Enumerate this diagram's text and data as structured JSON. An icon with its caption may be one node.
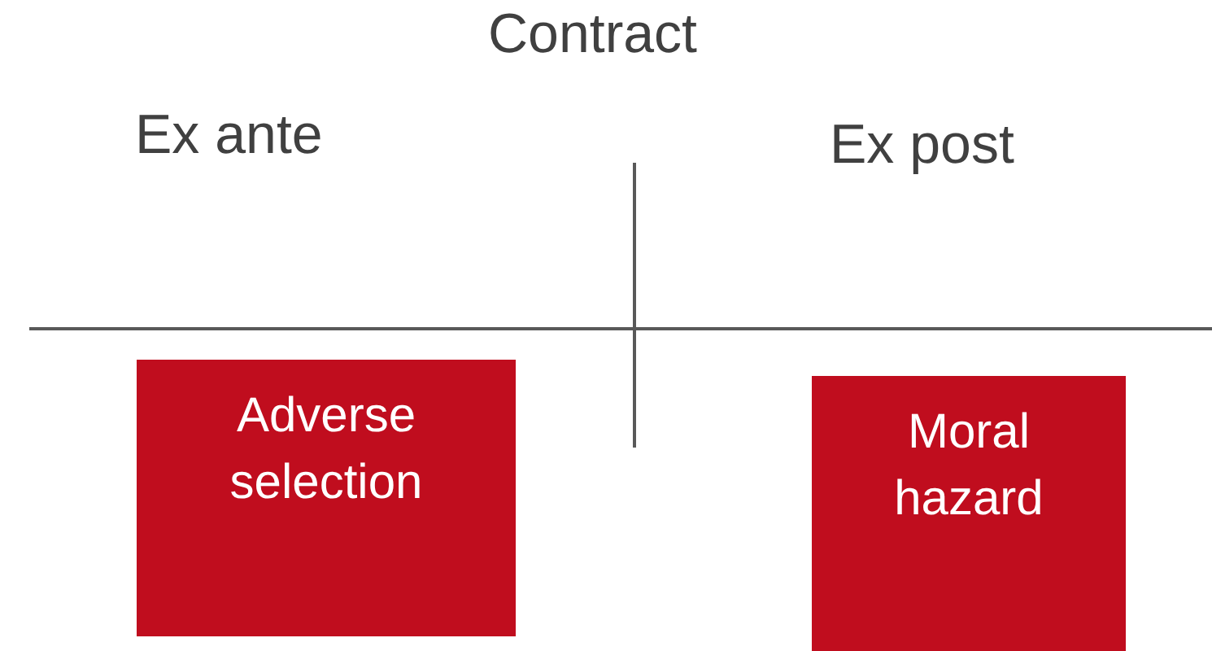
{
  "diagram": {
    "title": "Contract",
    "nodes": [
      {
        "text": [
          "Adverse selection"
        ]
      },
      {
        "text": [
          "Moral hazard"
        ]
      }
    ],
    "labels": [
      "Ex ante",
      "Ex post"
    ]
  }
}
